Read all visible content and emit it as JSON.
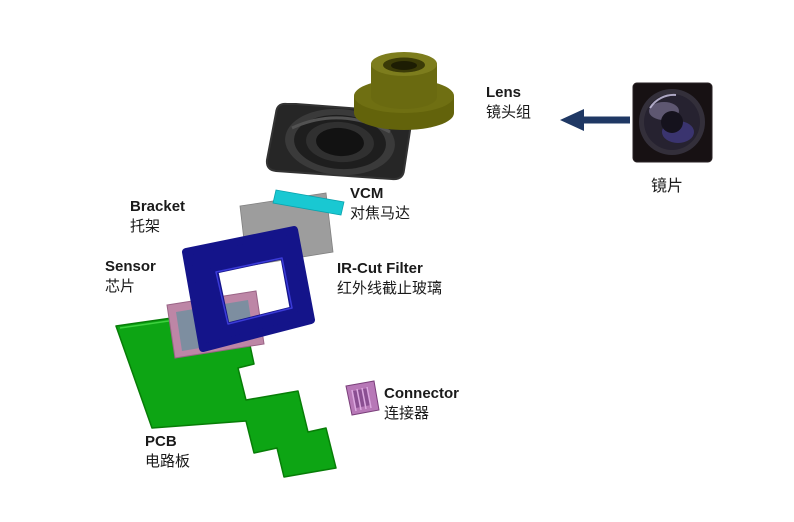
{
  "labels": {
    "lens": {
      "en": "Lens",
      "zh": "镜头组"
    },
    "vcm": {
      "en": "VCM",
      "zh": "对焦马达"
    },
    "bracket": {
      "en": "Bracket",
      "zh": "托架"
    },
    "ir_cut": {
      "en": "IR-Cut Filter",
      "zh": "红外线截止玻璃"
    },
    "sensor": {
      "en": "Sensor",
      "zh": "芯片"
    },
    "connector": {
      "en": "Connector",
      "zh": "连接器"
    },
    "pcb": {
      "en": "PCB",
      "zh": "电路板"
    },
    "lens_element": {
      "zh": "镜片"
    }
  },
  "icons": {
    "lens_pointer": "left-arrow"
  },
  "colors": {
    "lens_barrel": "#63630b",
    "vcm_body": "#262626",
    "ir_filter": "#19c8d2",
    "bracket": "#9d9d9d",
    "sensor_frame": "#14148a",
    "sensor_chip_border": "#bd86a6",
    "sensor_chip_face": "#7d8ea0",
    "pcb": "#0da514",
    "connector": "#b778b7",
    "arrow": "#1f3864",
    "background": "#ffffff"
  }
}
